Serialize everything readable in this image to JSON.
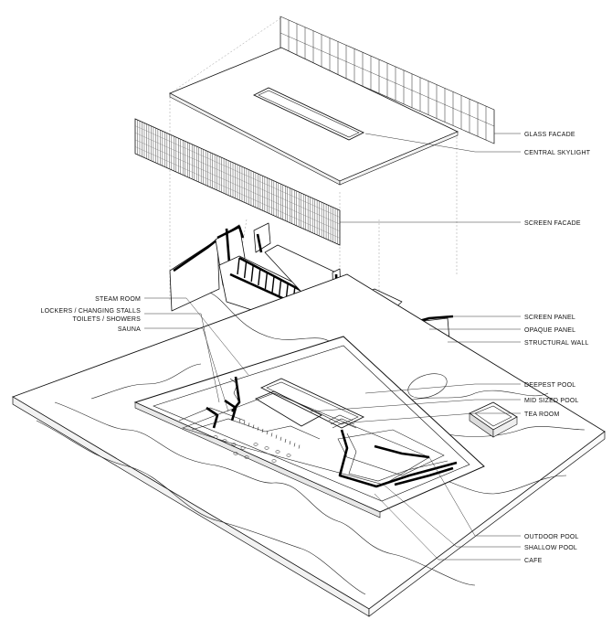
{
  "labels": {
    "glass_facade": "GLASS FACADE",
    "central_skylight": "CENTRAL SKYLIGHT",
    "screen_facade": "SCREEN FACADE",
    "steam_room": "STEAM ROOM",
    "lockers_line1": "LOCKERS / CHANGING STALLS",
    "lockers_line2": "TOILETS / SHOWERS",
    "sauna": "SAUNA",
    "screen_panel": "SCREEN PANEL",
    "opaque_panel": "OPAQUE PANEL",
    "structural_wall": "STRUCTURAL WALL",
    "deepest_pool": "DEEPEST POOL",
    "mid_sized_pool": "MID SIZED POOL",
    "tea_room": "TEA ROOM",
    "outdoor_pool": "OUTDOOR POOL",
    "shallow_pool": "SHALLOW POOL",
    "cafe": "CAFE"
  }
}
